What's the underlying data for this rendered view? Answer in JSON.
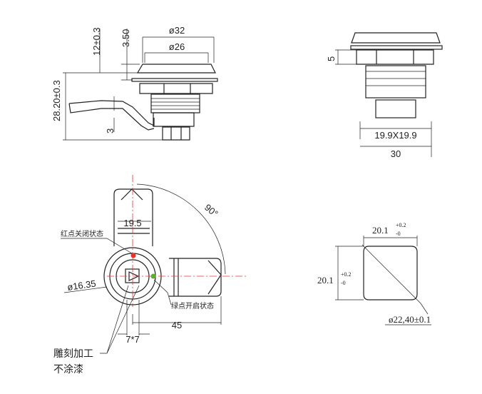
{
  "side_view": {
    "d_outer": "ø32",
    "d_inner": "ø26",
    "h_cap": "3.50",
    "h_12": "12±0.3",
    "h_total": "28.20±0.3",
    "lever_t": "3"
  },
  "rear_view": {
    "h_5": "5",
    "square": "19.9X19.9",
    "width": "30"
  },
  "front_view": {
    "arm_width": "19.5",
    "diameter": "ø16.35",
    "reach": "45",
    "key": "7*7",
    "angle": "90°",
    "red_label": "红点关闭状态",
    "green_label": "绿点开启状态",
    "note_line1": "雕刻加工",
    "note_line2": "不涂漆",
    "red_dot_color": "#e8322a",
    "green_dot_color": "#5ab030"
  },
  "cutout_view": {
    "width": "20.1",
    "height": "20.1",
    "tol_upper": "+0.2",
    "tol_lower": "-0",
    "diameter": "ø22,40±0.1"
  }
}
